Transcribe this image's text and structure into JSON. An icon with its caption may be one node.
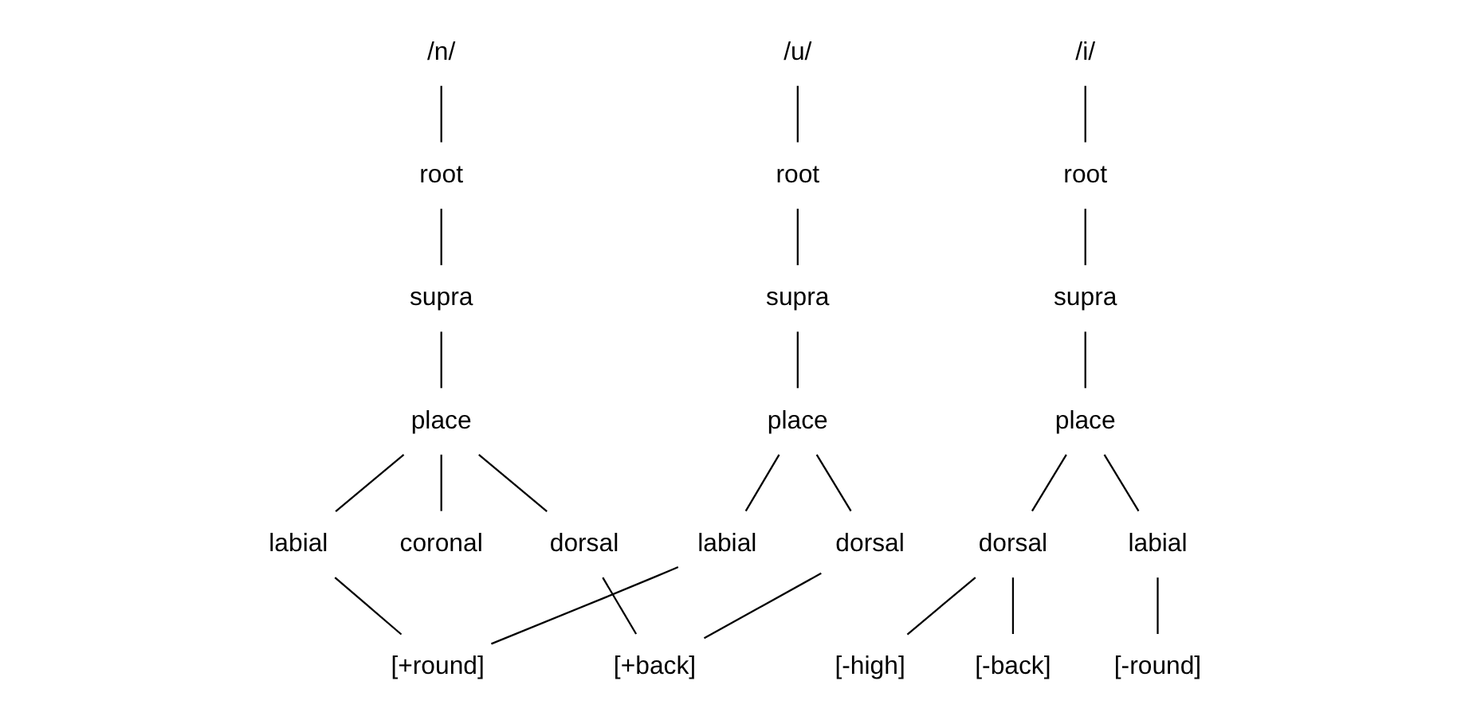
{
  "diagram": {
    "nodes": [
      {
        "text": [
          "/n/"
        ]
      },
      {
        "text": [
          "root"
        ]
      },
      {
        "text": [
          "supra"
        ]
      },
      {
        "text": [
          "place"
        ]
      },
      {
        "text": [
          "coronal"
        ]
      },
      {
        "text": [
          "dorsal"
        ]
      },
      {
        "text": [
          "labial"
        ]
      },
      {
        "text": [
          "/u/"
        ]
      },
      {
        "text": [
          "root"
        ]
      },
      {
        "text": [
          "supra"
        ]
      },
      {
        "text": [
          "place"
        ]
      },
      {
        "text": [
          "labial"
        ]
      },
      {
        "text": [
          "dorsal"
        ]
      },
      {
        "text": [
          "[+round]"
        ]
      },
      {
        "text": [
          "[+back]"
        ]
      },
      {
        "text": [
          "/i/"
        ]
      },
      {
        "text": [
          "root"
        ]
      },
      {
        "text": [
          "supra"
        ]
      },
      {
        "text": [
          "place"
        ]
      },
      {
        "text": [
          "dorsal"
        ]
      },
      {
        "text": [
          "labial"
        ]
      },
      {
        "text": [
          "[-high]"
        ]
      },
      {
        "text": [
          "[-back]"
        ]
      },
      {
        "text": [
          "[-round]"
        ]
      }
    ],
    "edges": [
      {
        "from": 0,
        "to": 1,
        "arrow": "none"
      },
      {
        "from": 1,
        "to": 2,
        "arrow": "none"
      },
      {
        "from": 2,
        "to": 3,
        "arrow": "none"
      },
      {
        "from": 3,
        "to": 4,
        "arrow": "none"
      },
      {
        "from": 3,
        "to": 5,
        "arrow": "none"
      },
      {
        "from": 3,
        "to": 6,
        "arrow": "none"
      },
      {
        "from": 7,
        "to": 8,
        "arrow": "none"
      },
      {
        "from": 8,
        "to": 9,
        "arrow": "none"
      },
      {
        "from": 9,
        "to": 10,
        "arrow": "none"
      },
      {
        "from": 10,
        "to": 11,
        "arrow": "none"
      },
      {
        "from": 10,
        "to": 12,
        "arrow": "none"
      },
      {
        "from": 6,
        "to": 13,
        "arrow": "none"
      },
      {
        "from": 11,
        "to": 13,
        "arrow": "none"
      },
      {
        "from": 5,
        "to": 14,
        "arrow": "none"
      },
      {
        "from": 12,
        "to": 14,
        "arrow": "none"
      },
      {
        "from": 15,
        "to": 16,
        "arrow": "none"
      },
      {
        "from": 16,
        "to": 17,
        "arrow": "none"
      },
      {
        "from": 17,
        "to": 18,
        "arrow": "none"
      },
      {
        "from": 18,
        "to": 19,
        "arrow": "none"
      },
      {
        "from": 18,
        "to": 20,
        "arrow": "none"
      },
      {
        "from": 19,
        "to": 21,
        "arrow": "none"
      },
      {
        "from": 19,
        "to": 22,
        "arrow": "none"
      },
      {
        "from": 20,
        "to": 23,
        "arrow": "none"
      }
    ]
  }
}
